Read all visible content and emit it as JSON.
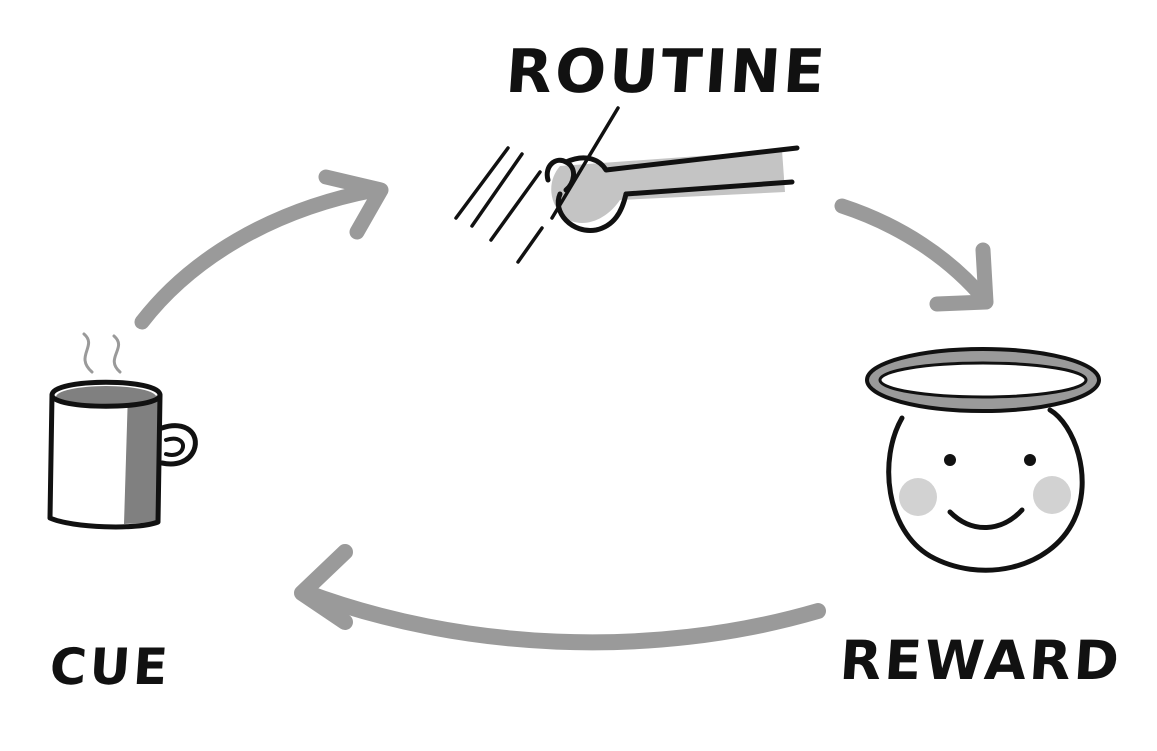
{
  "diagram": {
    "nodes": [
      {
        "id": "cue",
        "label": "CUE",
        "icon": "coffee-mug-icon"
      },
      {
        "id": "routine",
        "label": "ROUTINE",
        "icon": "spoon-stirring-icon"
      },
      {
        "id": "reward",
        "label": "REWARD",
        "icon": "smiley-with-halo-icon"
      }
    ],
    "edges": [
      {
        "from": "cue",
        "to": "routine"
      },
      {
        "from": "routine",
        "to": "reward"
      },
      {
        "from": "reward",
        "to": "cue"
      }
    ]
  },
  "colors": {
    "ink": "#111111",
    "arrow": "#9a9a9a",
    "fill": "#c4c4c4",
    "shade": "#7f7f7f",
    "cheek": "#d2d2d2",
    "background": "#ffffff"
  }
}
